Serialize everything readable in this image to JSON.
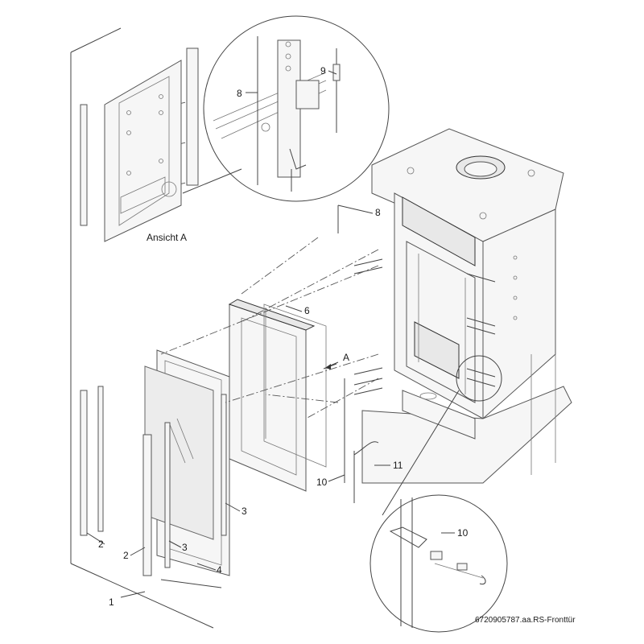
{
  "callouts": {
    "c1": "1",
    "c2a": "2",
    "c2b": "2",
    "c3a": "3",
    "c3b": "3",
    "c4": "4",
    "c6": "6",
    "c8a": "8",
    "c8b": "8",
    "c9": "9",
    "c10a": "10",
    "c10b": "10",
    "c11": "11"
  },
  "view_label": "Ansicht A",
  "arrow_label": "A",
  "doc_id": "6720905787.aa.RS-Fronttür"
}
